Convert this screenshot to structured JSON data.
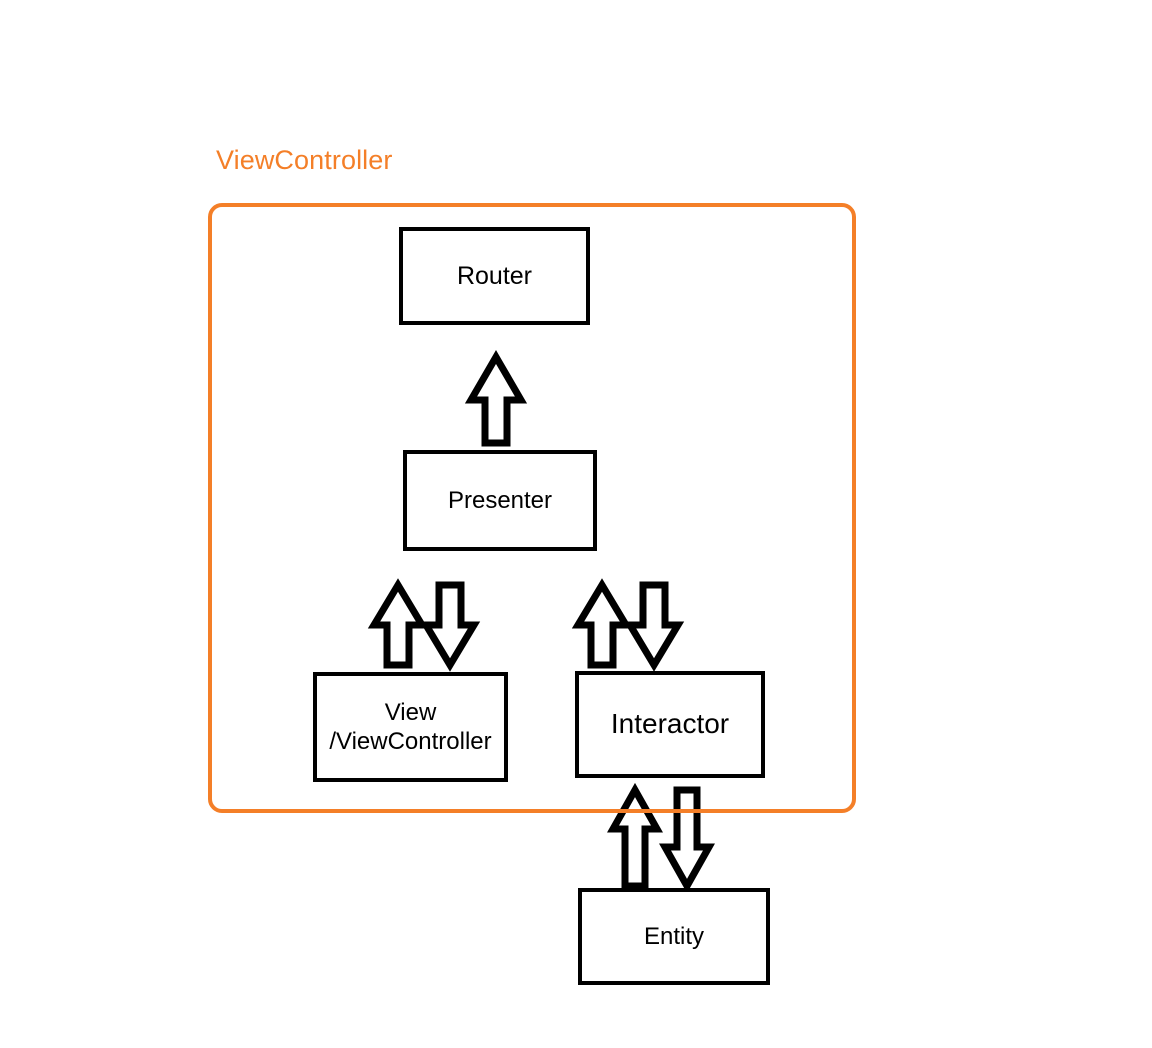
{
  "diagram": {
    "title": "ViewController",
    "accent_color": "#F47F28",
    "line_color": "#000000",
    "background": "#ffffff",
    "module": {
      "label": "ViewController",
      "contains": [
        "Router",
        "Presenter",
        "View /ViewController",
        "Interactor"
      ]
    },
    "nodes": {
      "router": {
        "label": "Router"
      },
      "presenter": {
        "label": "Presenter"
      },
      "view": {
        "line1": "View",
        "line2": "/ViewController"
      },
      "interactor": {
        "label": "Interactor"
      },
      "entity": {
        "label": "Entity"
      }
    },
    "connections": [
      {
        "name": "presenter-to-router",
        "from": "Presenter",
        "to": "Router",
        "direction": "up",
        "arrows": [
          "up"
        ]
      },
      {
        "name": "presenter-view",
        "from": "Presenter",
        "to": "View /ViewController",
        "direction": "bidirectional",
        "arrows": [
          "up",
          "down"
        ]
      },
      {
        "name": "presenter-interactor",
        "from": "Presenter",
        "to": "Interactor",
        "direction": "bidirectional",
        "arrows": [
          "up",
          "down"
        ]
      },
      {
        "name": "interactor-entity",
        "from": "Interactor",
        "to": "Entity",
        "direction": "bidirectional",
        "arrows": [
          "up",
          "down"
        ]
      }
    ]
  }
}
